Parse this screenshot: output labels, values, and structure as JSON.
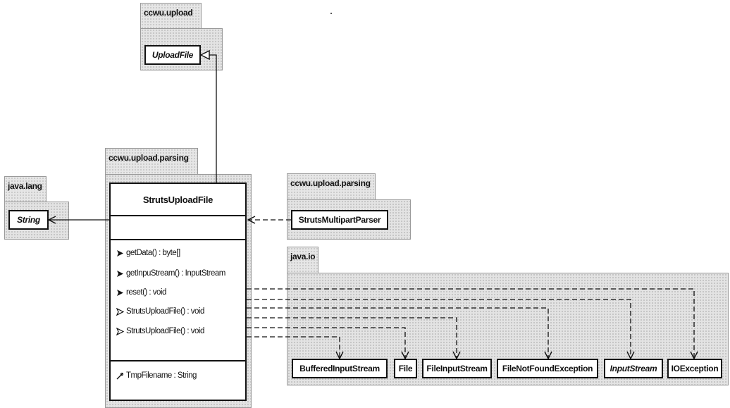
{
  "packages": {
    "ccwu_upload": {
      "name": "ccwu.upload"
    },
    "ccwu_upload_parsing_main": {
      "name": "ccwu.upload.parsing"
    },
    "java_lang": {
      "name": "java.lang"
    },
    "ccwu_upload_parsing_right": {
      "name": "ccwu.upload.parsing"
    },
    "java_io": {
      "name": "java.io"
    }
  },
  "classes": {
    "upload_file": "UploadFile",
    "string": "String",
    "struts_multipart_parser": "StrutsMultipartParser",
    "struts_upload_file": {
      "name": "StrutsUploadFile",
      "operations": [
        {
          "label": "getData() : byte[]",
          "visibility": "public"
        },
        {
          "label": "getInpuStream() : InputStream",
          "visibility": "public"
        },
        {
          "label": "reset() : void",
          "visibility": "public"
        },
        {
          "label": "StrutsUploadFile() : void",
          "visibility": "package"
        },
        {
          "label": "StrutsUploadFile() : void",
          "visibility": "package"
        }
      ],
      "attributes": [
        {
          "label": "TmpFilename : String",
          "visibility": "private"
        }
      ]
    },
    "java_io_classes": [
      "BufferedInputStream",
      "File",
      "FileInputStream",
      "FileNotFoundException",
      "InputStream",
      "IOException"
    ]
  }
}
